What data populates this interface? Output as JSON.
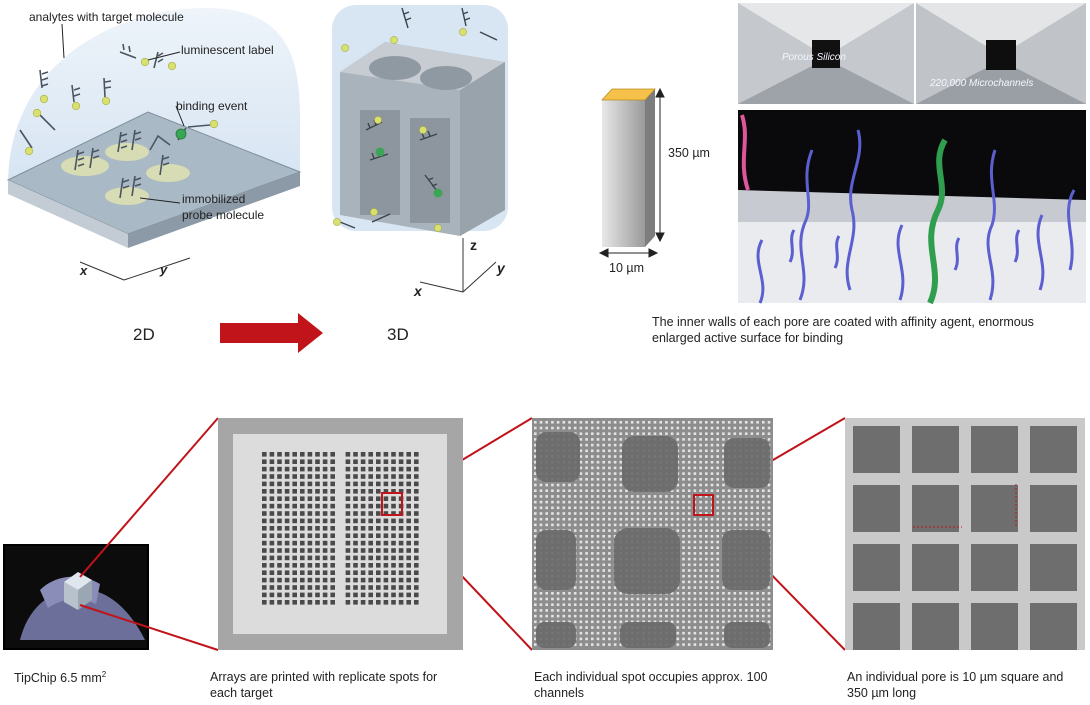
{
  "diagram_2d": {
    "labels": {
      "analytes": "analytes with target molecule",
      "luminescent": "luminescent label",
      "binding": "binding event",
      "probe_line1": "immobilized",
      "probe_line2": "probe molecule"
    },
    "axis_x": "x",
    "axis_y": "y",
    "title": "2D"
  },
  "diagram_3d": {
    "title": "3D",
    "axis_x": "x",
    "axis_y": "y",
    "axis_z": "z"
  },
  "pillar": {
    "height_label": "350 µm",
    "width_label": "10 µm"
  },
  "render": {
    "porous_label": "Porous Silicon",
    "channels_label": "220,000 Microchannels",
    "caption": "The inner walls of each pore are coated with affinity agent, enormous enlarged active surface for binding"
  },
  "captions": {
    "tipchip": "TipChip 6.5 mm",
    "tipchip_sup": "2",
    "arrays": "Arrays are printed with replicate spots for each target",
    "spot": "Each individual spot occupies approx. 100 channels",
    "pore": "An individual pore is 10 µm square and 350 µm long"
  },
  "colors": {
    "accent_red": "#c0141a",
    "label_yellow": "#d8e070",
    "binding_green": "#3aa655",
    "dome_blue": "#dde9f5"
  }
}
